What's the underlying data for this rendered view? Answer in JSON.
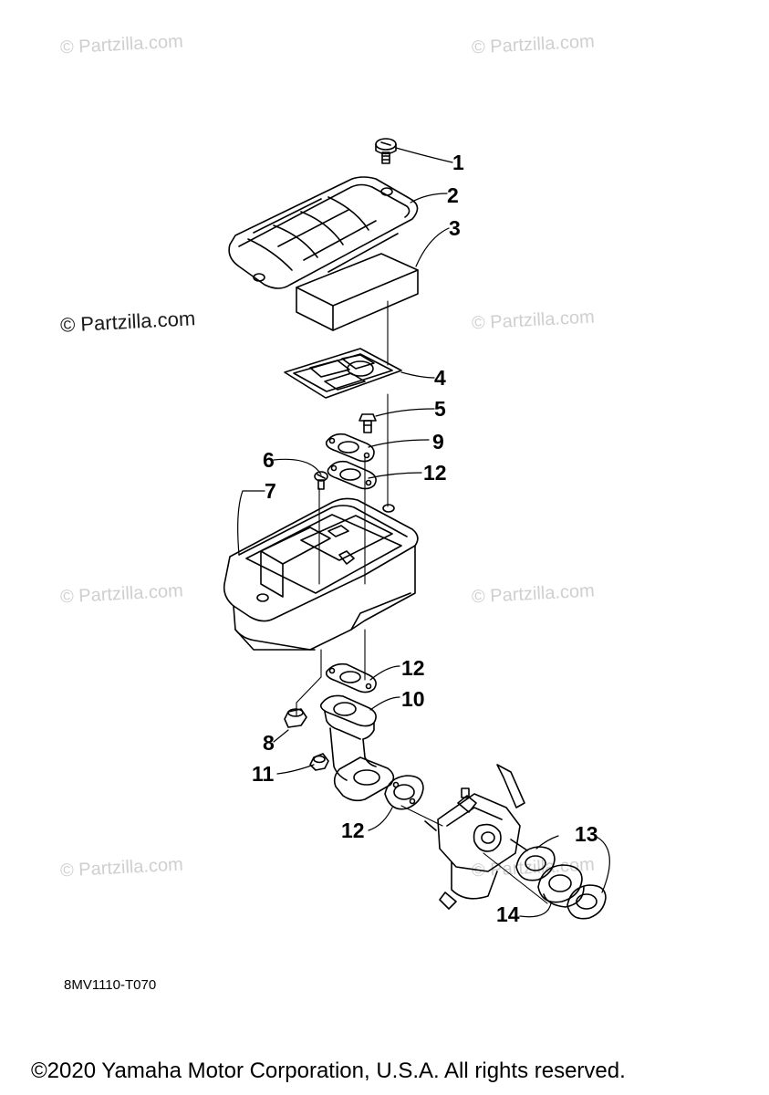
{
  "watermarks": [
    "© Partzilla.com",
    "© Partzilla.com",
    "© Partzilla.com",
    "© Partzilla.com",
    "© Partzilla.com",
    "© Partzilla.com",
    "© Partzilla.com",
    "© Partzilla.com"
  ],
  "callouts": [
    "1",
    "2",
    "3",
    "4",
    "5",
    "9",
    "6",
    "12",
    "7",
    "12",
    "10",
    "8",
    "11",
    "12",
    "13",
    "14"
  ],
  "diagram_code": "8MV1110-T070",
  "copyright": "©2020 Yamaha Motor Corporation, U.S.A. All rights reserved.",
  "colors": {
    "line": "#000000",
    "watermark": "#cfcfcf"
  }
}
